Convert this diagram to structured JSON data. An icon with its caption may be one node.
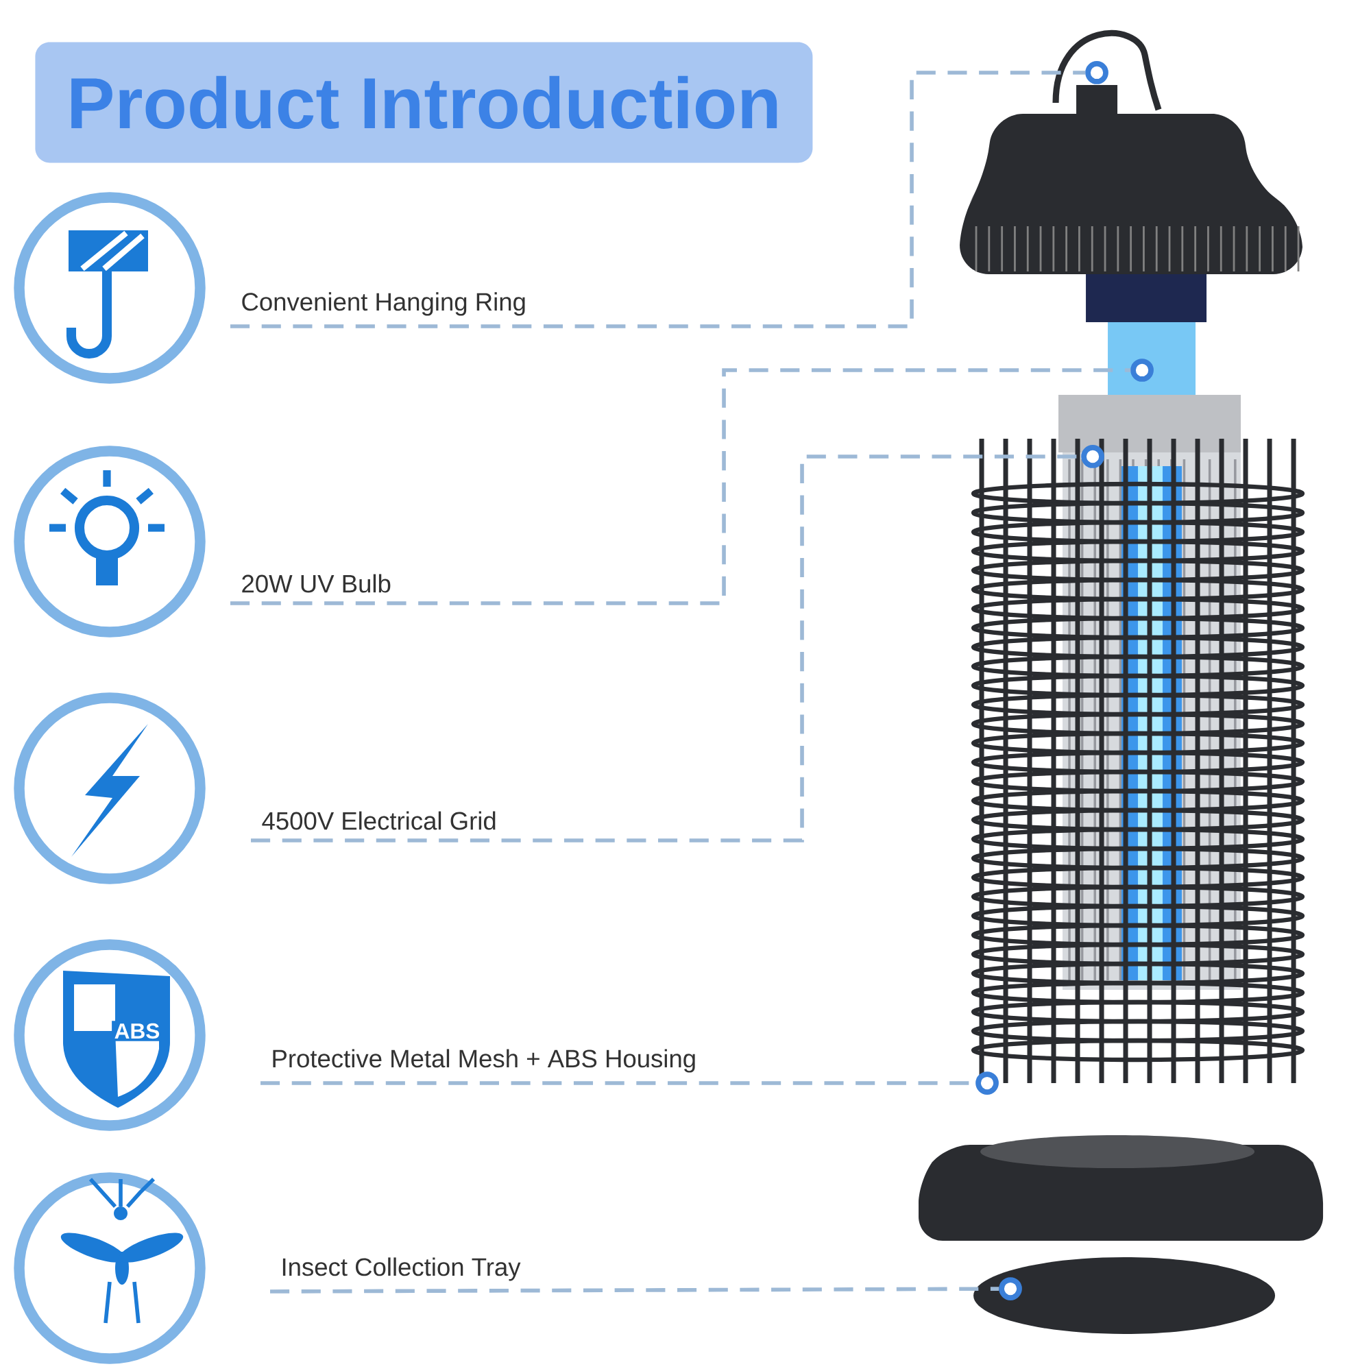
{
  "diagram": {
    "title": "Product Introduction",
    "nodes": [
      {
        "text": [
          "Convenient Hanging Ring"
        ]
      },
      {
        "text": [
          "20W UV Bulb"
        ]
      },
      {
        "text": [
          "4500V Electrical Grid"
        ]
      },
      {
        "text": [
          "Protective Metal Mesh + ABS Housing"
        ]
      },
      {
        "text": [
          "Insect Collection Tray"
        ]
      },
      {
        "text": [],
        "shape": "circle"
      },
      {
        "text": [],
        "shape": "circle"
      },
      {
        "text": [],
        "shape": "circle"
      },
      {
        "text": [],
        "shape": "circle"
      },
      {
        "text": [],
        "shape": "circle"
      }
    ],
    "edges": [
      {
        "from": 0,
        "to": 5,
        "arrow": "none",
        "style": "dashed"
      },
      {
        "from": 1,
        "to": 6,
        "arrow": "none",
        "style": "dashed"
      },
      {
        "from": 2,
        "to": 7,
        "arrow": "none",
        "style": "dashed"
      },
      {
        "from": 3,
        "to": 8,
        "arrow": "none",
        "style": "dashed"
      },
      {
        "from": 4,
        "to": 9,
        "arrow": "none",
        "style": "dashed"
      }
    ],
    "labels": [
      "ABS"
    ]
  }
}
